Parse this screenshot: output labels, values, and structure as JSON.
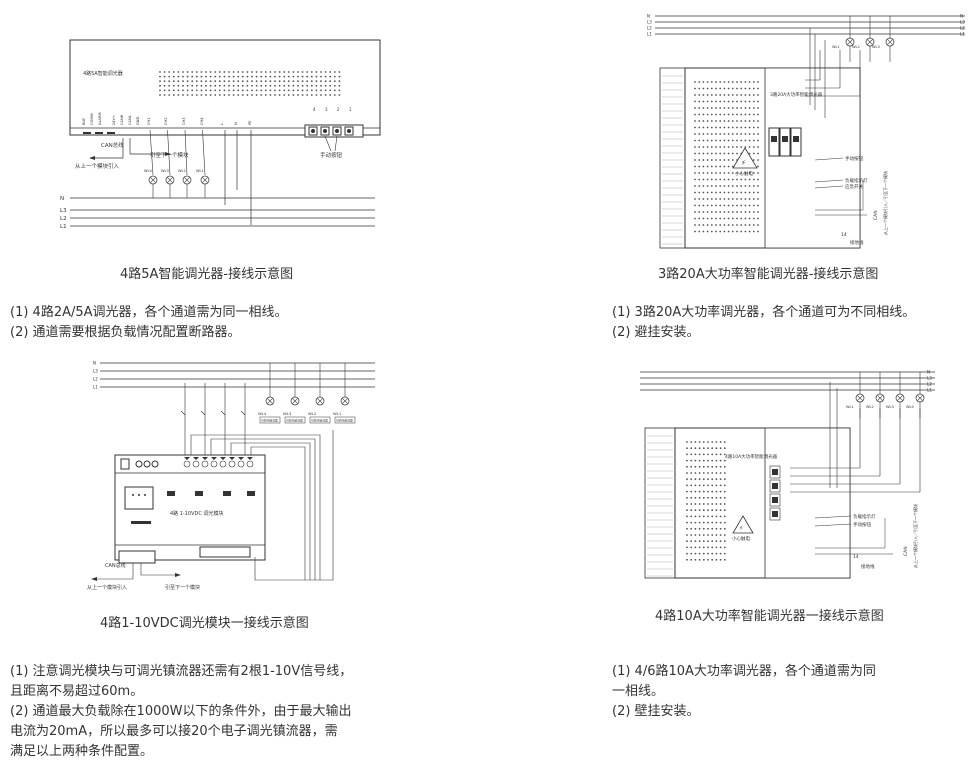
{
  "diagram1": {
    "caption": "4路5A智能调光器-接线示意图",
    "device_label": "4路5A智能调光器",
    "terminal_labels": [
      "BUF",
      "COMM",
      "ALARM",
      "24V+",
      "CANH",
      "CANL",
      "GND",
      "CH1",
      "CH2",
      "CH3",
      "CH4",
      "L",
      "N",
      "PE"
    ],
    "top_switch_labels": [
      "4",
      "3",
      "2",
      "1"
    ],
    "can_bus": "CAN总线",
    "from_prev": "从上一个模块引入",
    "to_next": "引至下一个模块",
    "manual_button": "手动按钮",
    "lamps": [
      "WL4",
      "WL3",
      "WL2",
      "WL1"
    ],
    "lines": [
      "N",
      "L3",
      "L2",
      "L1"
    ],
    "notes": [
      "(1) 4路2A/5A调光器，各个通道需为同一相线。",
      "(2) 通道需要根据负载情况配置断路器。"
    ]
  },
  "diagram2": {
    "caption": "3路20A大功率智能调光器-接线示意图",
    "device_label": "3路20A大功率智能调光器",
    "lines": [
      "N",
      "L3",
      "L2",
      "L1"
    ],
    "lamps": [
      "WL1",
      "WL2",
      "WL3"
    ],
    "warning": "小心触电",
    "manual_button": "手动按钮",
    "load_indicator": "负载指示灯",
    "emergency_switch": "应急开关",
    "terminal_num": "14",
    "ground": "接地线",
    "can_label": "CAN",
    "side_label": "从上一个模块引入／引至下一个模块",
    "notes": [
      "(1) 3路20A大功率调光器，各个通道可为不同相线。",
      "(2) 避挂安装。"
    ]
  },
  "diagram3": {
    "caption": "4路1-10VDC调光模块一接线示意图",
    "device_label": "4路 1-10VDC  调光模块",
    "lines": [
      "N",
      "L3",
      "L2",
      "L1"
    ],
    "lamps": [
      "WL4",
      "WL3",
      "WL2",
      "WL1"
    ],
    "ballast": "可调光镇流器",
    "can_bus": "CAN总线",
    "from_prev": "从上一个模块引入",
    "to_next": "引至下一个模块",
    "notes": [
      "(1) 注意调光模块与可调光镇流器还需有2根1-10V信号线，",
      "且距离不易超过60m。",
      "(2) 通道最大负载除在1000W以下的条件外，由于最大输出",
      "电流为20mA，所以最多可以接20个电子调光镇流器，需",
      "满足以上两种条件配置。"
    ]
  },
  "diagram4": {
    "caption": "4路10A大功率智能调光器一接线示意图",
    "device_label": "4路10A大功率智能调光器",
    "lines": [
      "N",
      "L3",
      "L2",
      "L1"
    ],
    "lamps": [
      "WL1",
      "WL2",
      "WL3",
      "WL4"
    ],
    "warning": "小心触电",
    "load_indicator": "负载指示灯",
    "manual_button": "手动按钮",
    "terminal_num": "14",
    "ground": "接地线",
    "can_label": "CAN",
    "side_label": "从上一个模块引入／引至下一个模块",
    "notes": [
      "(1) 4/6路10A大功率调光器，各个通道需为同",
      "一相线。",
      "(2) 壁挂安装。"
    ]
  }
}
